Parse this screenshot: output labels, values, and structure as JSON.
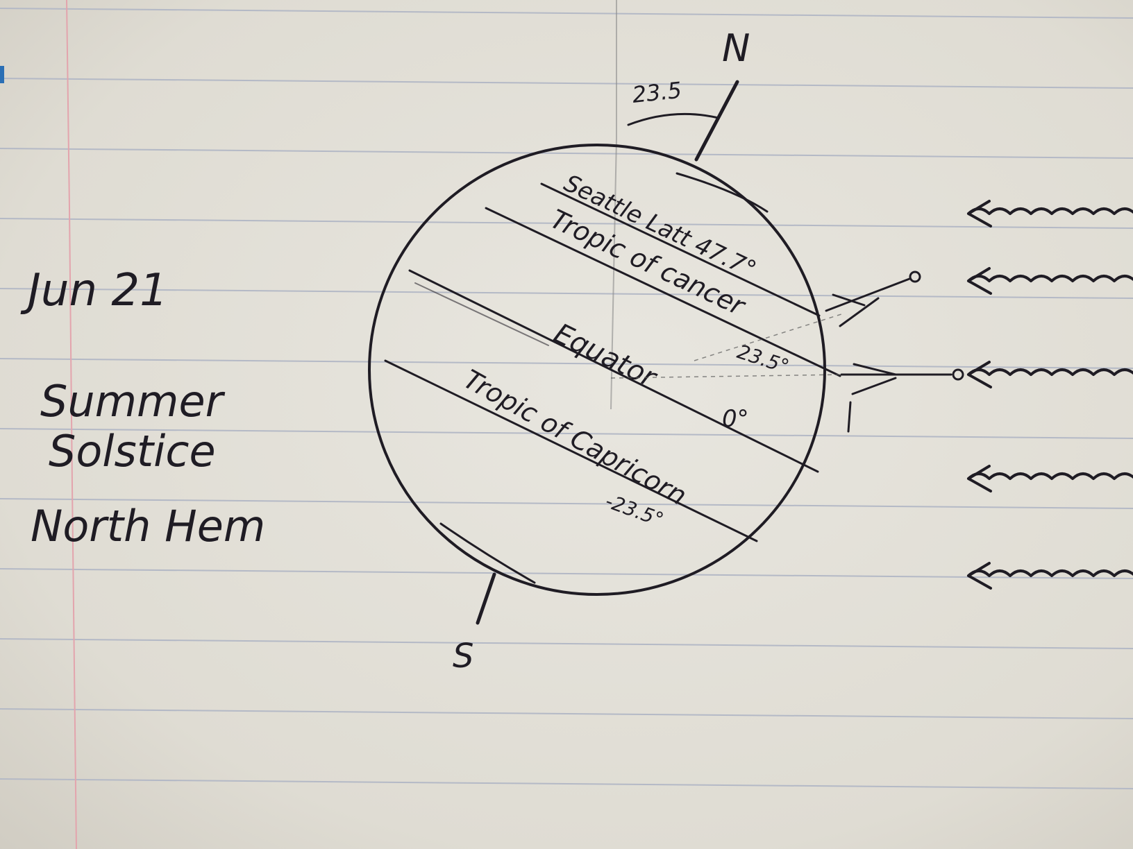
{
  "side_notes": {
    "date": "Jun 21",
    "event_line1": "Summer",
    "event_line2": "Solstice",
    "hemisphere": "North Hem"
  },
  "poles": {
    "north": "N",
    "south": "S"
  },
  "axial_tilt_label": "23.5",
  "latitude_lines": {
    "seattle": "Seattle Latt 47.7°",
    "tropic_of_cancer": "Tropic of cancer",
    "tropic_of_cancer_angle": "23.5°",
    "equator": "Equator",
    "equator_angle": "0°",
    "tropic_of_capricorn": "Tropic of Capricorn",
    "tropic_of_capricorn_angle": "-23.5°"
  },
  "colors": {
    "paper": "#e4e1d9",
    "ruled_line": "#b4b9c6",
    "margin_line": "#e3a4ad",
    "ink": "#1f1c24"
  },
  "icons": [
    "sun-ray-arrow-icon"
  ]
}
